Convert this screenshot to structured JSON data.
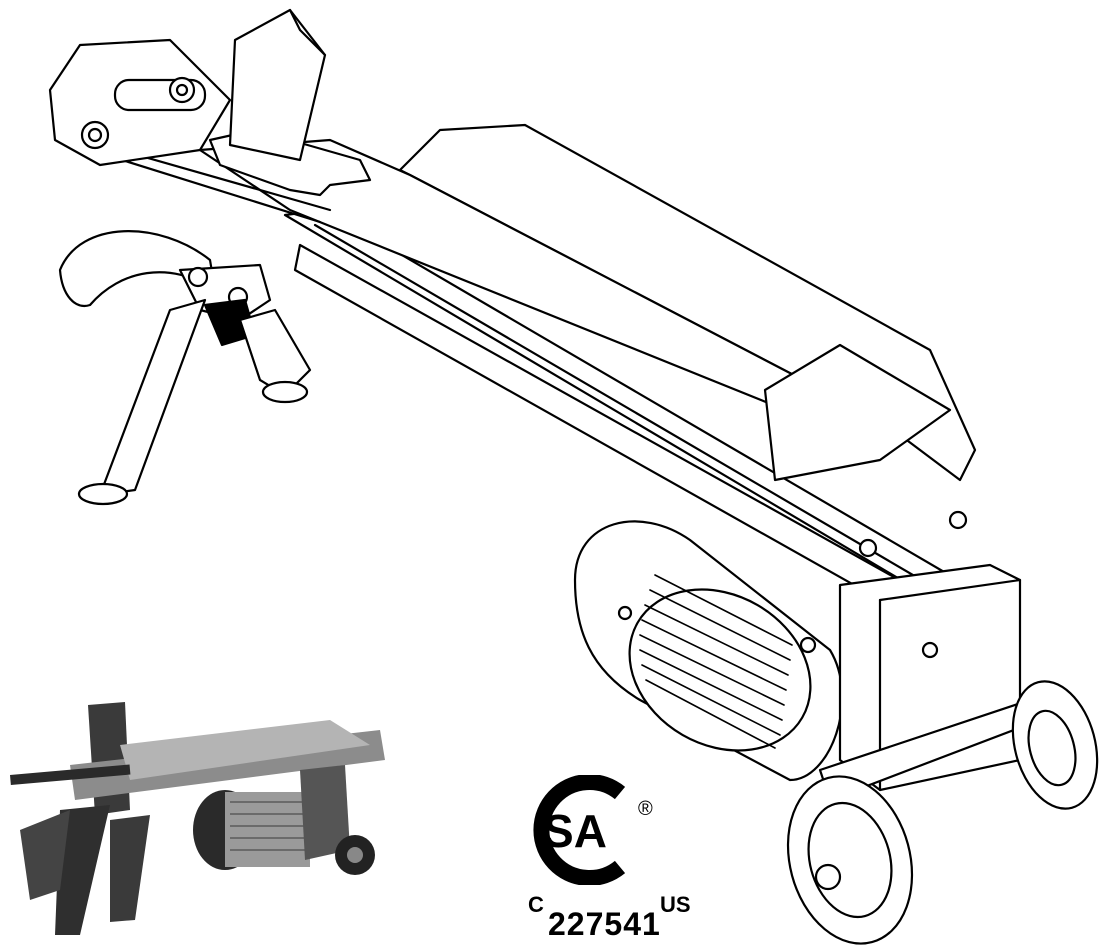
{
  "illustration": {
    "subject": "log-splitter-line-drawing-icon",
    "photo": "log-splitter-photo-icon"
  },
  "certification": {
    "logo_text": "SA",
    "logo_letter": "C",
    "registered": "®",
    "prefix": "C",
    "number": "227541",
    "suffix": "US"
  },
  "colors": {
    "ink": "#000000",
    "paper": "#ffffff",
    "photo_metal": "#9a9a9a",
    "photo_dark": "#3a3a3a"
  }
}
